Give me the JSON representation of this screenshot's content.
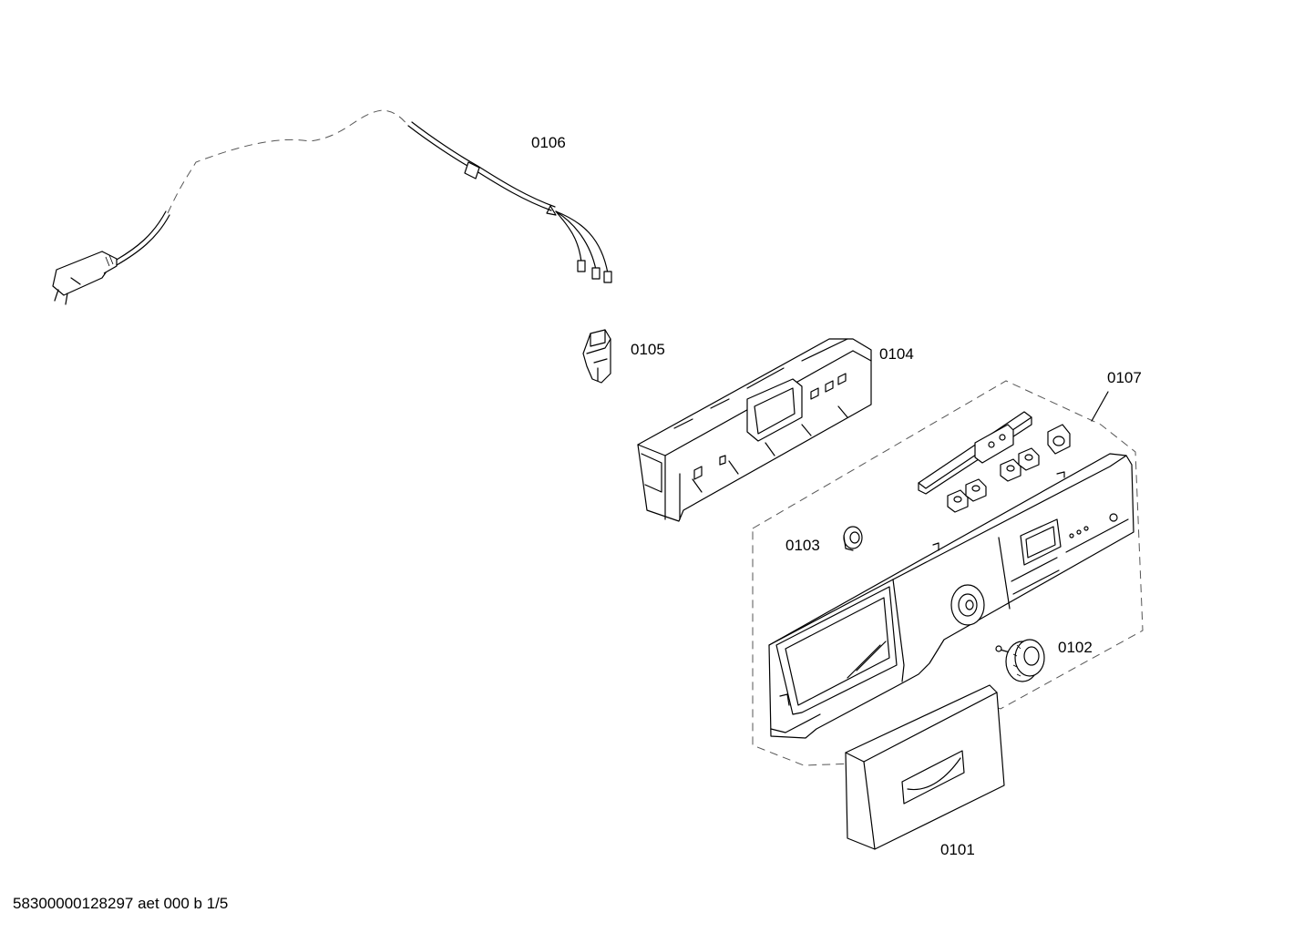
{
  "diagram": {
    "parts": [
      {
        "id": "0106",
        "label": "0106"
      },
      {
        "id": "0105",
        "label": "0105"
      },
      {
        "id": "0104",
        "label": "0104"
      },
      {
        "id": "0107",
        "label": "0107"
      },
      {
        "id": "0103",
        "label": "0103"
      },
      {
        "id": "0102",
        "label": "0102"
      },
      {
        "id": "0101",
        "label": "0101"
      }
    ],
    "footer": "58300000128297 aet 000 b 1/5"
  }
}
